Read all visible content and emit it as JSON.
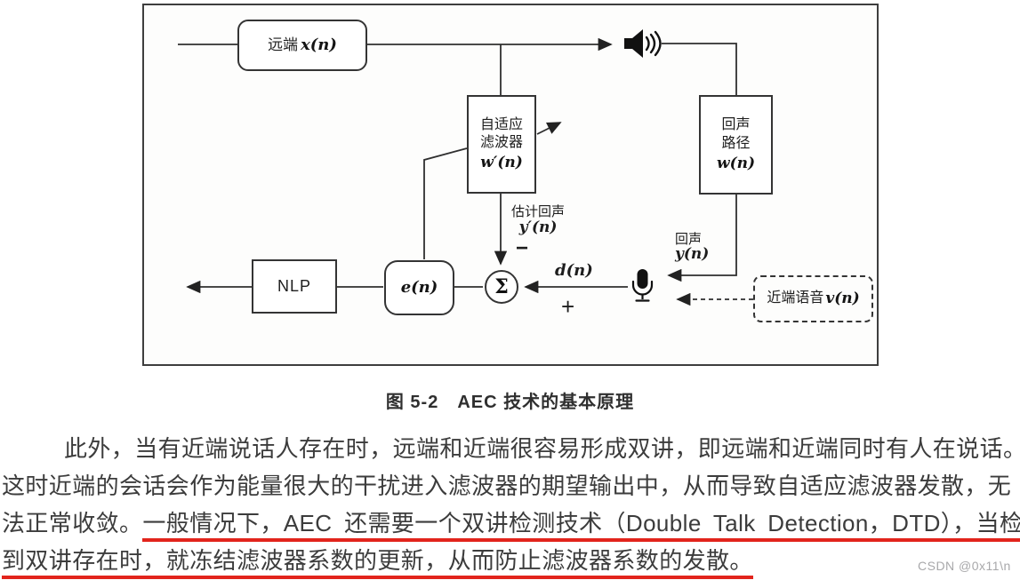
{
  "figure": {
    "caption": "图 5-2　AEC 技术的基本原理",
    "nodes": {
      "far_end": {
        "text": "远端",
        "math": "x(n)"
      },
      "adaptive_filter": {
        "text1": "自适应",
        "text2": "滤波器",
        "math": "w′(n)"
      },
      "echo_path": {
        "text1": "回声",
        "text2": "路径",
        "math": "w(n)"
      },
      "nlp": {
        "text": "NLP"
      },
      "error_signal": {
        "math": "e(n)"
      },
      "summation": {
        "symbol": "Σ"
      },
      "near_end_speech": {
        "text": "近端语音",
        "math": "v(n)"
      }
    },
    "annotations": {
      "estimated_echo": {
        "text": "估计回声",
        "math": "y′(n)"
      },
      "echo": {
        "text": "回声",
        "math": "y(n)"
      },
      "mic_signal": {
        "math": "d(n)"
      },
      "minus_sign": "−",
      "plus_sign": "+"
    },
    "icons": {
      "speaker": "speaker-icon",
      "microphone": "microphone-icon"
    }
  },
  "paragraph": {
    "line1": "此外，当有近端说话人存在时，远端和近端很容易形成双讲，即远端和近端同时有人在说话。",
    "line2": "这时近端的会话会作为能量很大的干扰进入滤波器的期望输出中，从而导致自适应滤波器发散，无",
    "line3_normal": "法正常收敛。",
    "line3_highlight": "一般情况下，AEC 还需要一个双讲检测技术（Double Talk Detection，DTD），当检测",
    "line4_highlight": "到双讲存在时，就冻结滤波器系数的更新，从而防止滤波器系数的发散。"
  },
  "watermark": "CSDN @0x11\\n",
  "colors": {
    "underline_red": "#e2241c",
    "diagram_line": "#2f2f2f",
    "body_text": "#3c3c3c"
  }
}
